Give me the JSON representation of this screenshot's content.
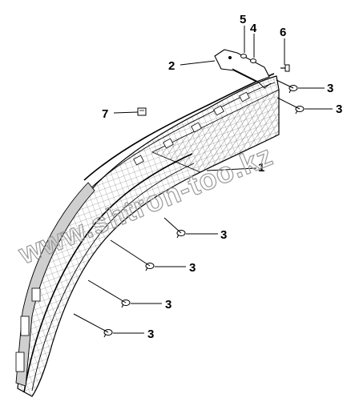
{
  "callouts": {
    "c1": "1",
    "c2": "2",
    "c3": "3",
    "c4": "4",
    "c5": "5",
    "c6": "6",
    "c7": "7"
  },
  "watermark": {
    "text": "www.shtron-too.kz",
    "color": "#9a9a9a"
  },
  "colors": {
    "line": "#000000",
    "hatch": "#555555"
  }
}
